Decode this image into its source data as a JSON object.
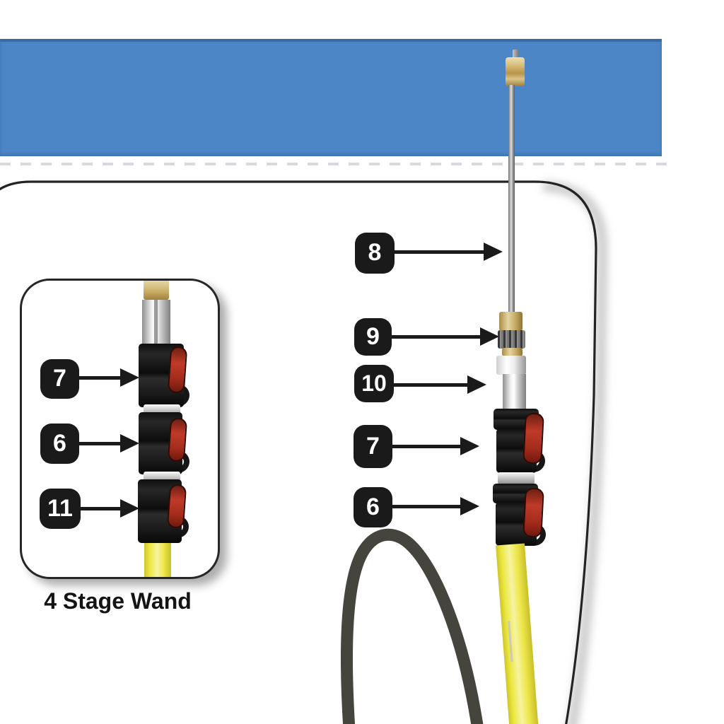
{
  "banner": {
    "color": "#4c86c6",
    "top_edge_color": "#3a6aa3"
  },
  "panel": {
    "outline_color": "#232323"
  },
  "inset": {
    "caption": "4 Stage Wand",
    "callouts": [
      {
        "number": "7"
      },
      {
        "number": "6"
      },
      {
        "number": "11"
      }
    ]
  },
  "main": {
    "callouts": [
      {
        "number": "8"
      },
      {
        "number": "9"
      },
      {
        "number": "10"
      },
      {
        "number": "7"
      },
      {
        "number": "6"
      }
    ]
  },
  "colors": {
    "badge_bg": "#1a1a1a",
    "badge_text": "#ffffff",
    "banner_blue": "#4c86c6",
    "pole_yellow": "#ece73f",
    "lever_red": "#b03224",
    "hose_gray": "#45453e",
    "brass": "#c9ad66",
    "chrome": "#e8e8e8"
  },
  "icons": [
    {
      "name": "arrow-head-icon",
      "shape": "right-pointing solid triangle"
    }
  ]
}
